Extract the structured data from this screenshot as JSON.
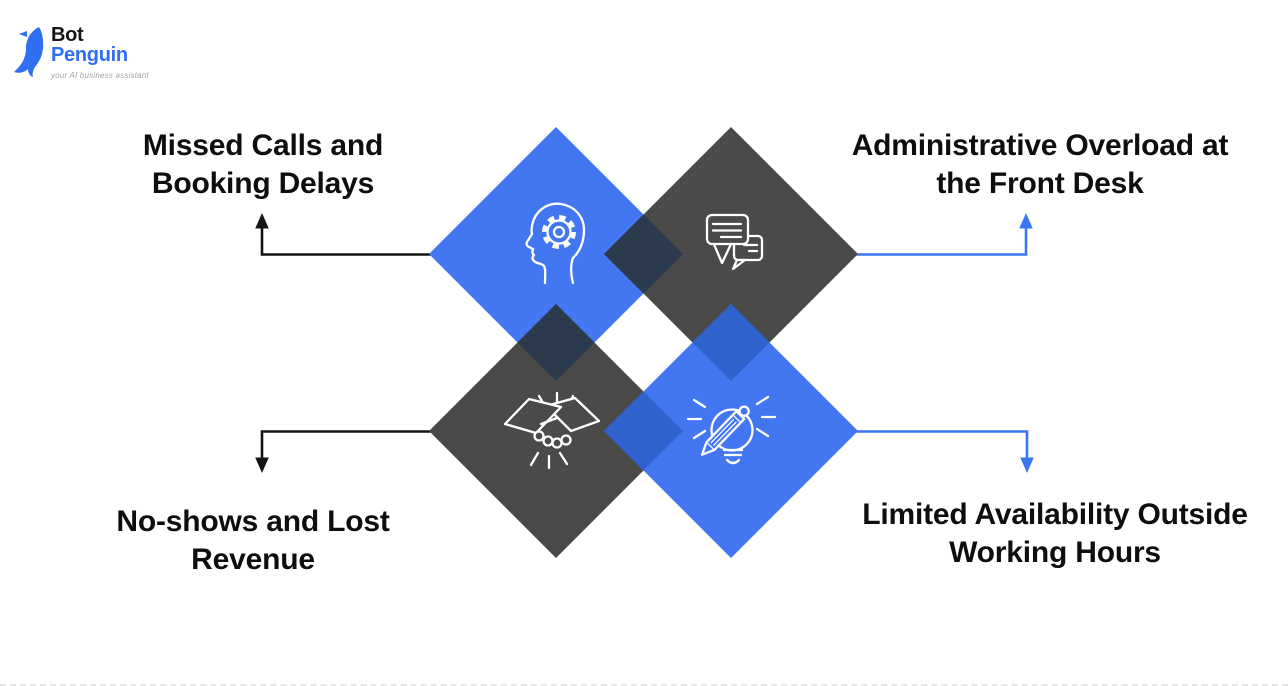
{
  "logo": {
    "brand_top": "Bot",
    "brand_bottom": "Penguin",
    "tagline": "your AI business assistant"
  },
  "labels": {
    "top_left": {
      "line1": "Missed Calls and",
      "line2": "Booking Delays"
    },
    "top_right": {
      "line1": "Administrative Overload at",
      "line2": "the Front Desk"
    },
    "bottom_left": {
      "line1": "No-shows and Lost",
      "line2": "Revenue"
    },
    "bottom_right": {
      "line1": "Limited Availability Outside",
      "line2": "Working Hours"
    }
  },
  "icons": {
    "top_left": "head-gear-icon",
    "top_right": "chat-bubbles-icon",
    "bottom_left": "handshake-icon",
    "bottom_right": "lightbulb-pencil-icon"
  },
  "colors": {
    "blue_diamond": "#4377F1",
    "dark_diamond": "#4A4A48",
    "overlap_navy": "#2C3A4E",
    "overlap_blue": "#2F62CD",
    "arrow_dark": "#141414",
    "arrow_blue": "#3B76F2",
    "label_text": "#0E0E0E",
    "logo_blue": "#2F6FF2",
    "logo_dark": "#161616",
    "tagline_gray": "#A3A3A3"
  }
}
